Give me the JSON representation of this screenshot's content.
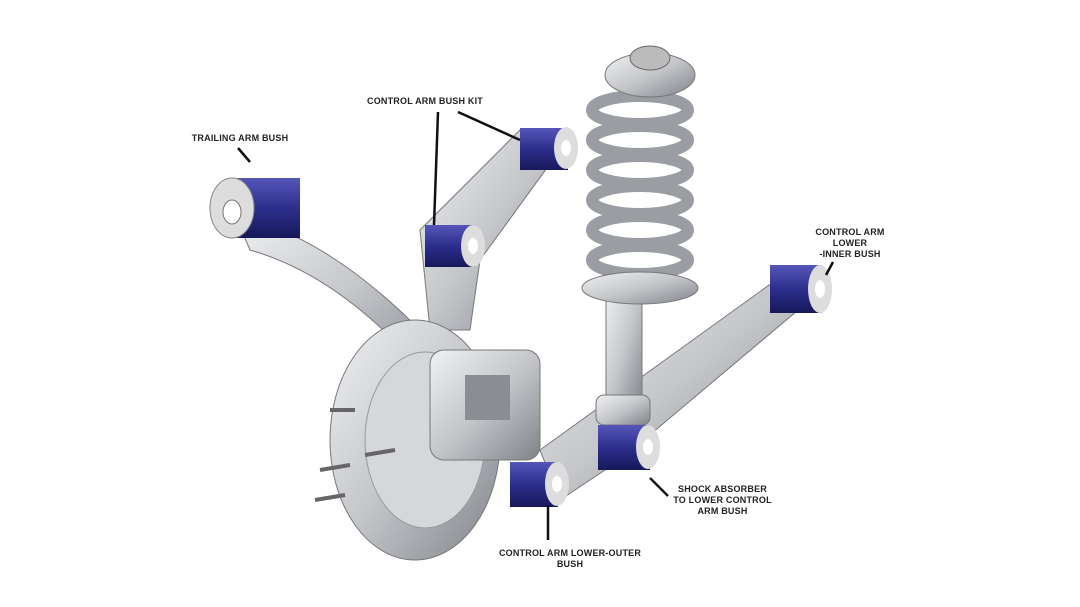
{
  "labels": {
    "trailing_arm_bush": "TRAILING ARM BUSH",
    "control_arm_bush_kit": "CONTROL ARM BUSH KIT",
    "control_arm_lower_inner_bush": "CONTROL ARM\nLOWER\n-INNER BUSH",
    "shock_absorber_bush": "SHOCK ABSORBER\nTO LOWER CONTROL\nARM BUSH",
    "control_arm_lower_outer_bush": "CONTROL ARM LOWER-OUTER BUSH"
  },
  "colors": {
    "bush": "#2d2e8c",
    "metal": "#c9cbcf",
    "metal_dark": "#8e9196",
    "leader": "#111111"
  }
}
